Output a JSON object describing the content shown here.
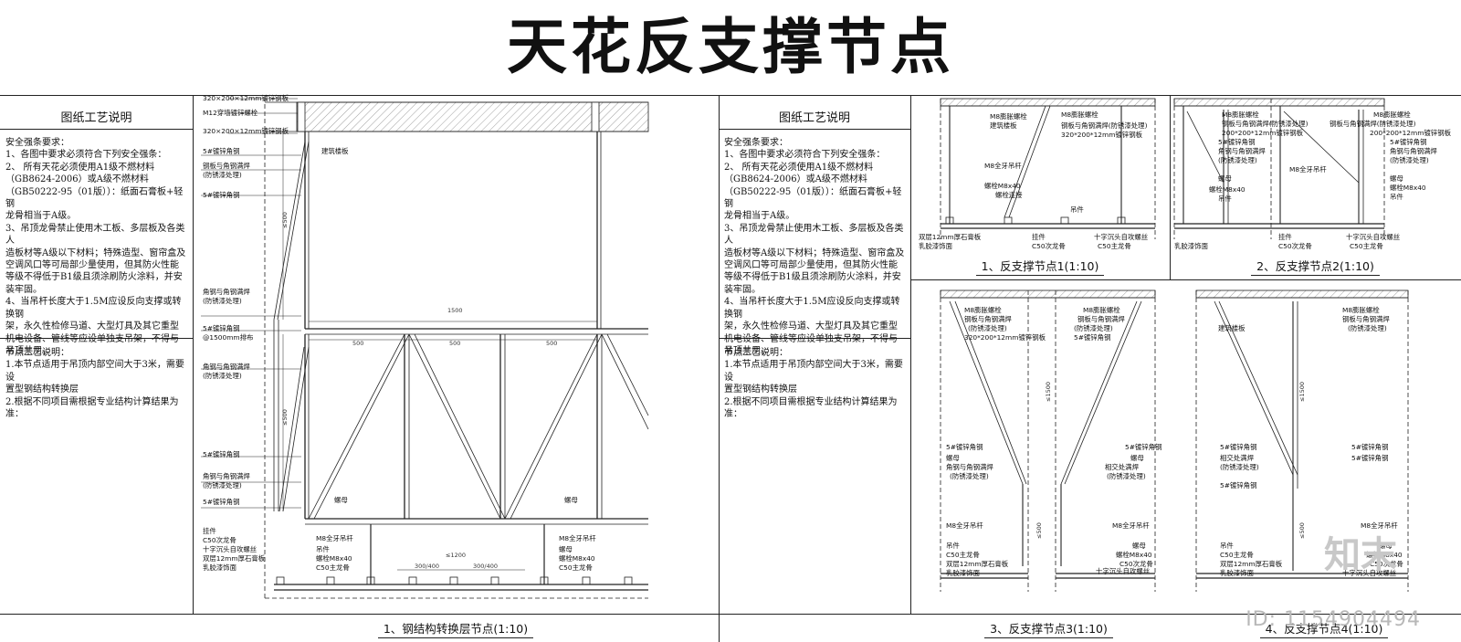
{
  "title": "天花反支撑节点",
  "left_panel": {
    "header": "图纸工艺说明",
    "safety": "安全强条要求：\n1、各图中要求必须符合下列安全强条：\n2、 所有天花必须使用A1级不燃材料\n（GB8624-2006）或A级不燃材料\n（GB50222-95（01版））：纸面石膏板+轻钢\n龙骨相当于A级。\n3、吊顶龙骨禁止使用木工板、多层板及各类人\n造板材等A级以下材料；特殊造型、窗帘盒及\n空调风口等可局部少量使用，但其防火性能\n等级不得低于B1级且须涂刷防火涂料，并安\n装牢固。\n4、当吊杆长度大于1.5M应设反向支撑或转换钢\n架，永久性检修马道、大型灯具及其它重型\n机电设备、管线等应设单独支吊架，不得与\n吊顶共用。",
    "node": "节点工艺说明：\n1.本节点适用于吊顶内部空间大于3米，需要设\n置型钢结构转换层\n2.根据不同项目需根据专业结构计算结果为准："
  },
  "right_panel": {
    "header": "图纸工艺说明",
    "safety": "安全强条要求：\n1、各图中要求必须符合下列安全强条：\n2、 所有天花必须使用A1级不燃材料\n（GB8624-2006）或A级不燃材料\n（GB50222-95（01版））：纸面石膏板+轻钢\n龙骨相当于A级。\n3、吊顶龙骨禁止使用木工板、多层板及各类人\n造板材等A级以下材料；特殊造型、窗帘盒及\n空调风口等可局部少量使用，但其防火性能\n等级不得低于B1级且须涂刷防火涂料，并安\n装牢固。\n4、当吊杆长度大于1.5M应设反向支撑或转换钢\n架，永久性检修马道、大型灯具及其它重型\n机电设备、管线等应设单独支吊架，不得与\n吊顶共用。",
    "node": "节点工艺说明：\n1.本节点适用于吊顶内部空间大于3米，需要设\n置型钢结构转换层\n2.根据不同项目需根据专业结构计算结果为准："
  },
  "captions": {
    "main": "1、钢结构转换层节点(1:10)",
    "d1": "1、反支撑节点1(1:10)",
    "d2": "2、反支撑节点2(1:10)",
    "d3": "3、反支撑节点3(1:10)",
    "d4": "4、反支撑节点4(1:10)"
  },
  "main_labels": {
    "l1": "320×200×12mm镀锌钢板",
    "l2": "M12穿墙镀锌螺栓",
    "l3": "320×200×12mm镀锌钢板",
    "l4": "5#镀锌角钢",
    "l5": "钢板与角钢满焊",
    "l6": "(防锈漆处理)",
    "l7": "5#镀锌角钢",
    "l8": "建筑楼板",
    "l9": "角钢与角钢满焊",
    "l10": "(防锈漆处理)",
    "l11": "5#镀锌角钢",
    "l12": "@1500mm排布",
    "l13": "角钢与角钢满焊",
    "l14": "(防锈漆处理)",
    "l15": "5#镀锌角钢",
    "l16": "角钢与角钢满焊",
    "l17": "(防锈漆处理)",
    "l18": "5#镀锌角钢",
    "l19": "螺母",
    "l20": "螺母",
    "l21": "挂件",
    "l22": "C50次龙骨",
    "l23": "十字沉头自攻螺丝",
    "l24": "双层12mm厚石膏板",
    "l25": "乳胶漆饰面",
    "l26": "M8全牙吊杆",
    "l27": "吊件",
    "l28": "螺栓M8x40",
    "l29": "C50主龙骨",
    "l30": "M8全牙吊杆",
    "l31": "螺母",
    "l32": "螺栓M8x40",
    "l33": "C50主龙骨",
    "dims": [
      "1500",
      "500",
      "500",
      "500",
      "≤1200",
      "300/400",
      "300/400",
      "≤500",
      "≤500"
    ]
  },
  "d1_labels": {
    "a": "M8膨胀螺栓",
    "b": "建筑楼板",
    "c": "M8膨胀螺栓",
    "d": "钢板与角钢满焊(防锈漆处理)",
    "e": "320*200*12mm镀锌钢板",
    "f": "M8全牙吊杆",
    "g": "螺栓M8x40",
    "h": "螺栓连接",
    "i": "吊件",
    "j": "双层12mm厚石膏板",
    "k": "乳胶漆饰面",
    "l": "挂件",
    "m": "C50次龙骨",
    "n": "十字沉头自攻螺丝",
    "o": "C50主龙骨"
  },
  "d2_labels": {
    "a": "M8膨胀螺栓",
    "b": "钢板与角钢满焊(防锈漆处理)",
    "c": "200*200*12mm镀锌钢板",
    "d": "5#镀锌角钢",
    "e": "角钢与角钢满焊",
    "f": "(防锈漆处理)",
    "g": "螺母",
    "h": "螺栓M8x40",
    "i": "吊件",
    "j": "M8膨胀螺栓",
    "k": "钢板与角钢满焊(防锈漆处理)",
    "l": "200*200*12mm镀锌钢板",
    "m": "5#镀锌角钢",
    "n": "角钢与角钢满焊",
    "o": "(防锈漆处理)",
    "p": "M8全牙吊杆",
    "q": "螺母",
    "r": "螺栓M8x40",
    "s": "吊件",
    "t": "挂件",
    "u": "十字沉头自攻螺丝",
    "v": "C50次龙骨",
    "w": "C50主龙骨",
    "x": "乳胶漆饰面"
  },
  "d3_labels": {
    "a": "M8膨胀螺栓",
    "b": "钢板与角钢满焊",
    "c": "(防锈漆处理)",
    "d": "320*200*12mm镀锌钢板",
    "e": "M8膨胀螺栓",
    "f": "钢板与角钢满焊",
    "g": "(防锈漆处理)",
    "h": "5#镀锌角钢",
    "i": "5#镀锌角钢",
    "j": "螺母",
    "k": "角钢与角钢满焊",
    "l": "(防锈漆处理)",
    "m": "5#镀锌角钢",
    "n": "螺母",
    "o": "相交处满焊",
    "p": "(防锈漆处理)",
    "q": "M8全牙吊杆",
    "r": "M8全牙吊杆",
    "s": "吊件",
    "t": "C50主龙骨",
    "u": "双层12mm厚石膏板",
    "v": "乳胶漆饰面",
    "w": "螺母",
    "x": "螺栓M8x40",
    "y": "C50次龙骨",
    "z": "十字沉头自攻螺丝",
    "dim": "≤1500",
    "dim2": "≤500"
  },
  "d4_labels": {
    "a": "M8膨胀螺栓",
    "b": "钢板与角钢满焊",
    "c": "(防锈漆处理)",
    "d": "建筑楼板",
    "e": "5#镀锌角钢",
    "f": "相交处满焊",
    "g": "(防锈漆处理)",
    "h": "5#镀锌角钢",
    "i": "5#镀锌角钢",
    "j": "5#镀锌角钢",
    "k": "M8全牙吊杆",
    "l": "螺母",
    "m": "吊件",
    "n": "C50主龙骨",
    "o": "双层12mm厚石膏板",
    "p": "乳胶漆饰面",
    "q": "螺栓M8x40",
    "r": "C50次龙骨",
    "s": "十字沉头自攻螺丝",
    "dim": "≤1500",
    "dim2": "≤500"
  },
  "watermark": {
    "id": "ID: 1154904494",
    "logo": "知末"
  }
}
